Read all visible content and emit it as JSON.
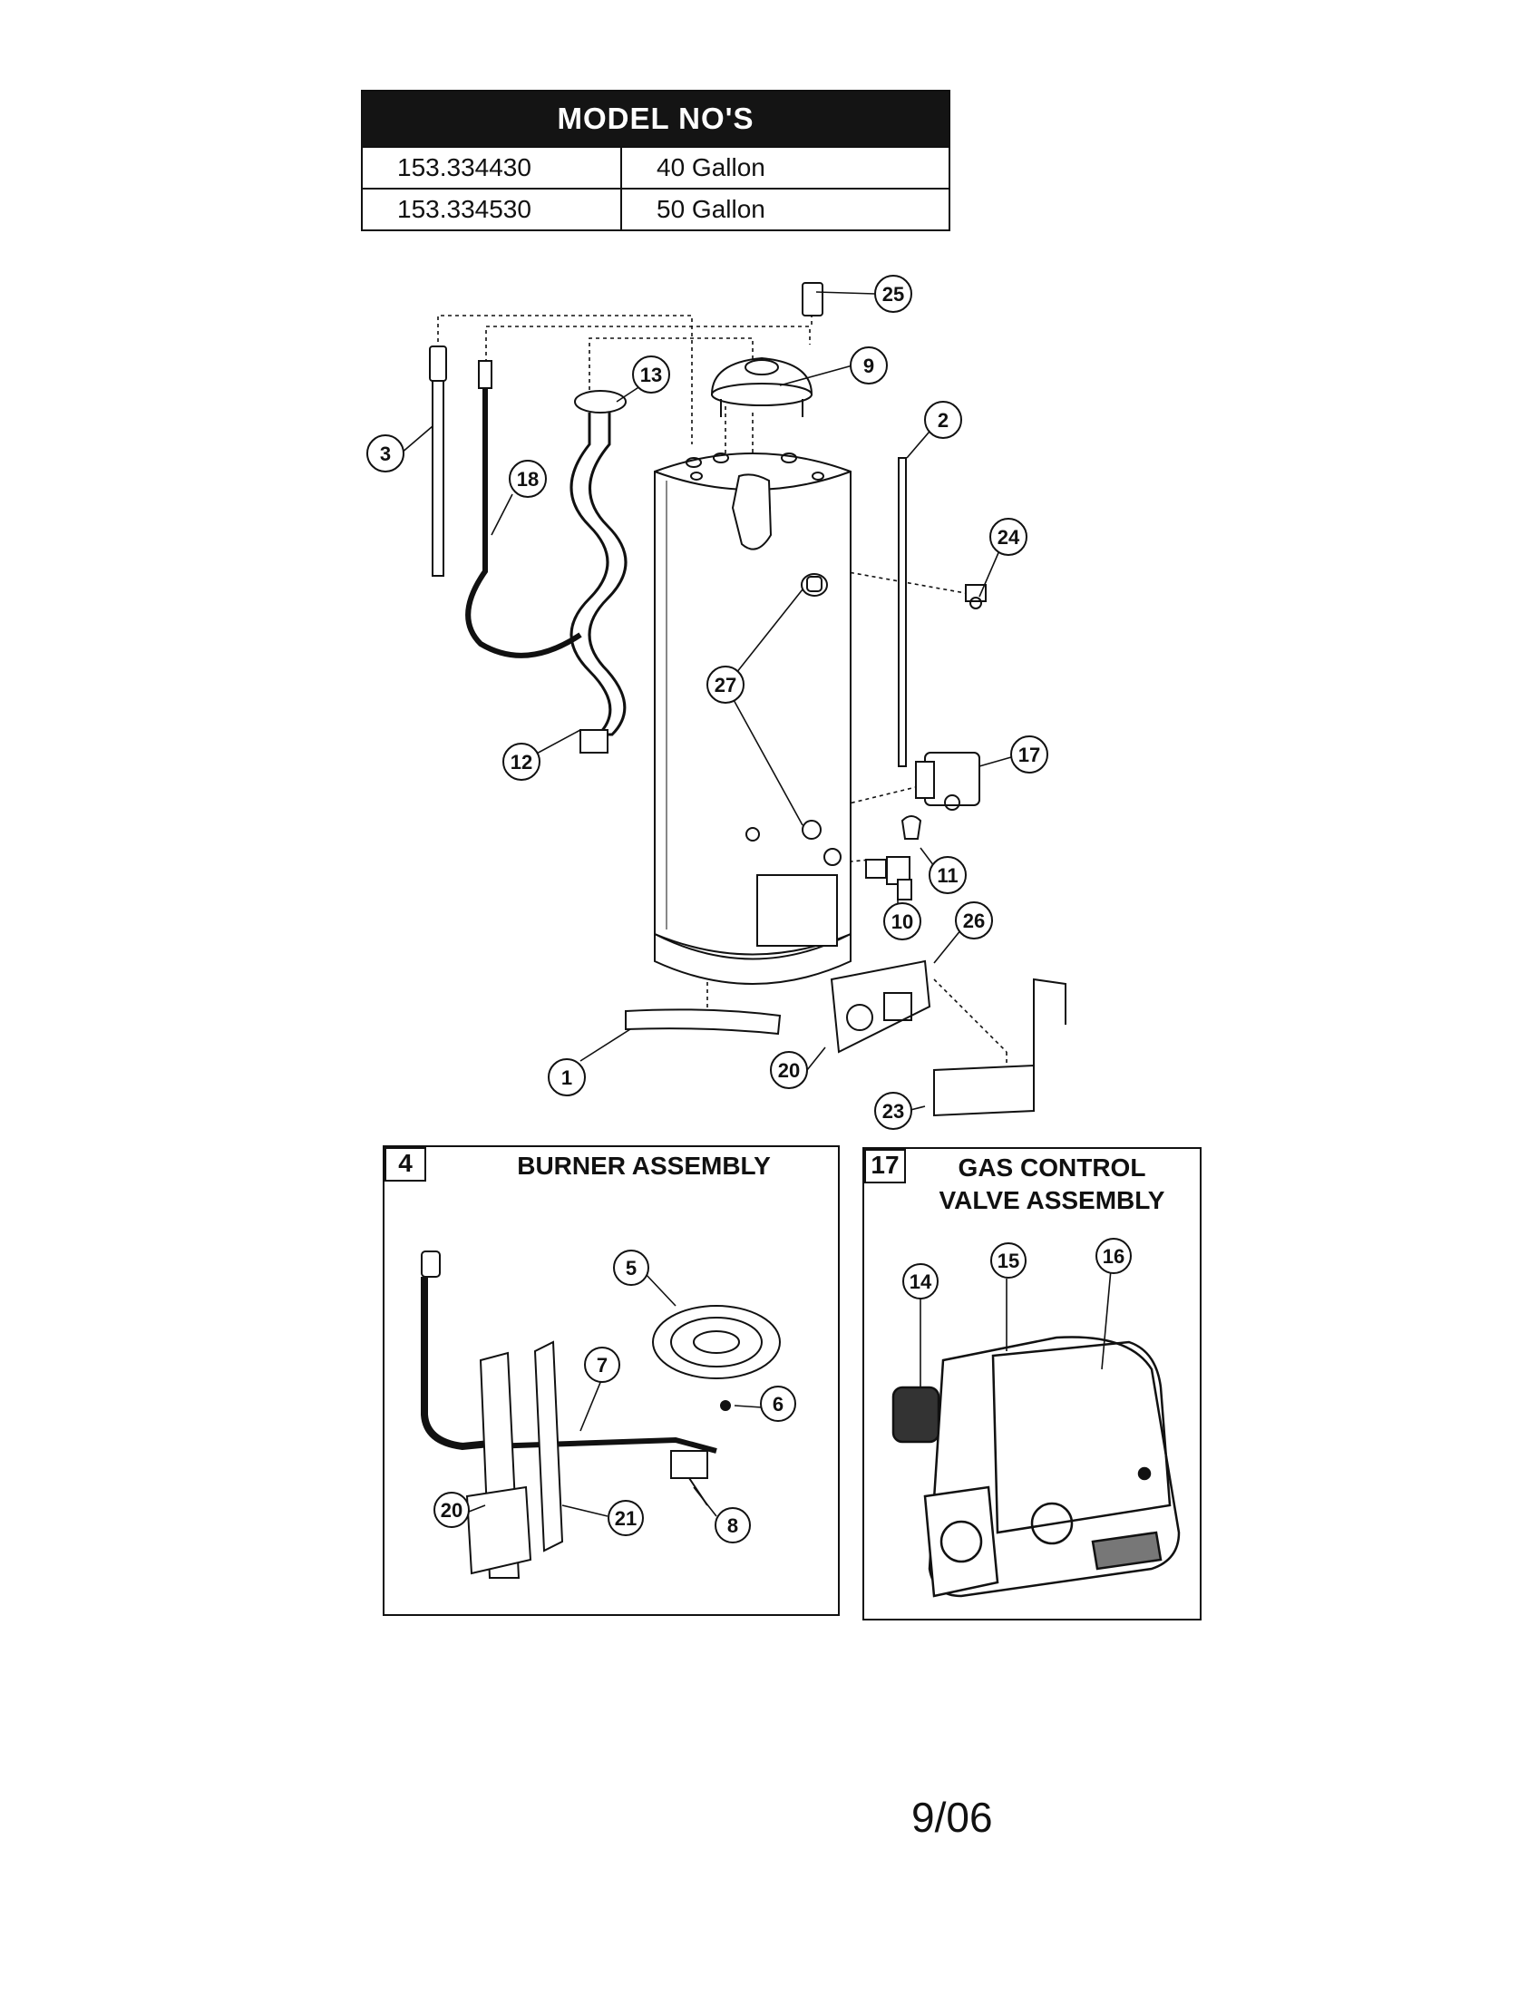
{
  "model_table": {
    "title": "MODEL NO'S",
    "rows": [
      {
        "model": "153.334430",
        "capacity": "40 Gallon"
      },
      {
        "model": "153.334530",
        "capacity": "50 Gallon"
      }
    ]
  },
  "callouts": [
    "1",
    "2",
    "3",
    "4",
    "5",
    "6",
    "7",
    "8",
    "9",
    "10",
    "11",
    "12",
    "13",
    "14",
    "15",
    "16",
    "17",
    "18",
    "20",
    "21",
    "23",
    "24",
    "25",
    "26",
    "27"
  ],
  "insets": {
    "burner": {
      "number": "4",
      "title": "BURNER ASSEMBLY"
    },
    "gas_control": {
      "number": "17",
      "title_line1": "GAS CONTROL",
      "title_line2": "VALVE ASSEMBLY"
    }
  },
  "footer": {
    "date_code": "9/06"
  }
}
